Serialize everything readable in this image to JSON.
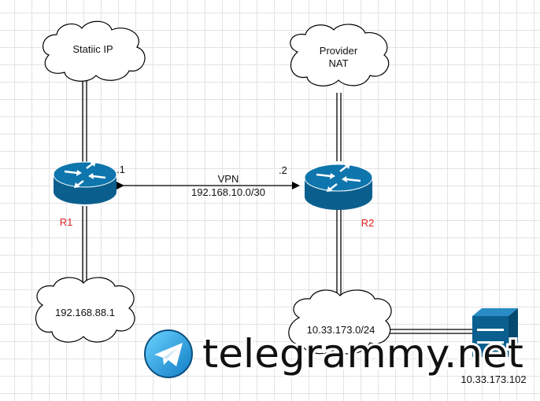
{
  "nodes": {
    "static_ip": "Statiic IP",
    "provider_nat_line1": "Provider",
    "provider_nat_line2": "NAT",
    "r1_lan": "192.168.88.1",
    "r2_lan": "10.33.173.0/24",
    "server_ip": "10.33.173.102"
  },
  "routers": {
    "r1_label": "R1",
    "r2_label": "R2",
    "r1_iface": ".1",
    "r2_iface": ".2"
  },
  "link": {
    "type": "VPN",
    "subnet": "192.168.10.0/30"
  },
  "watermark": {
    "text": "telegrammy.net"
  },
  "colors": {
    "router": "#0a5f8e",
    "router_label": "#dd2222"
  }
}
